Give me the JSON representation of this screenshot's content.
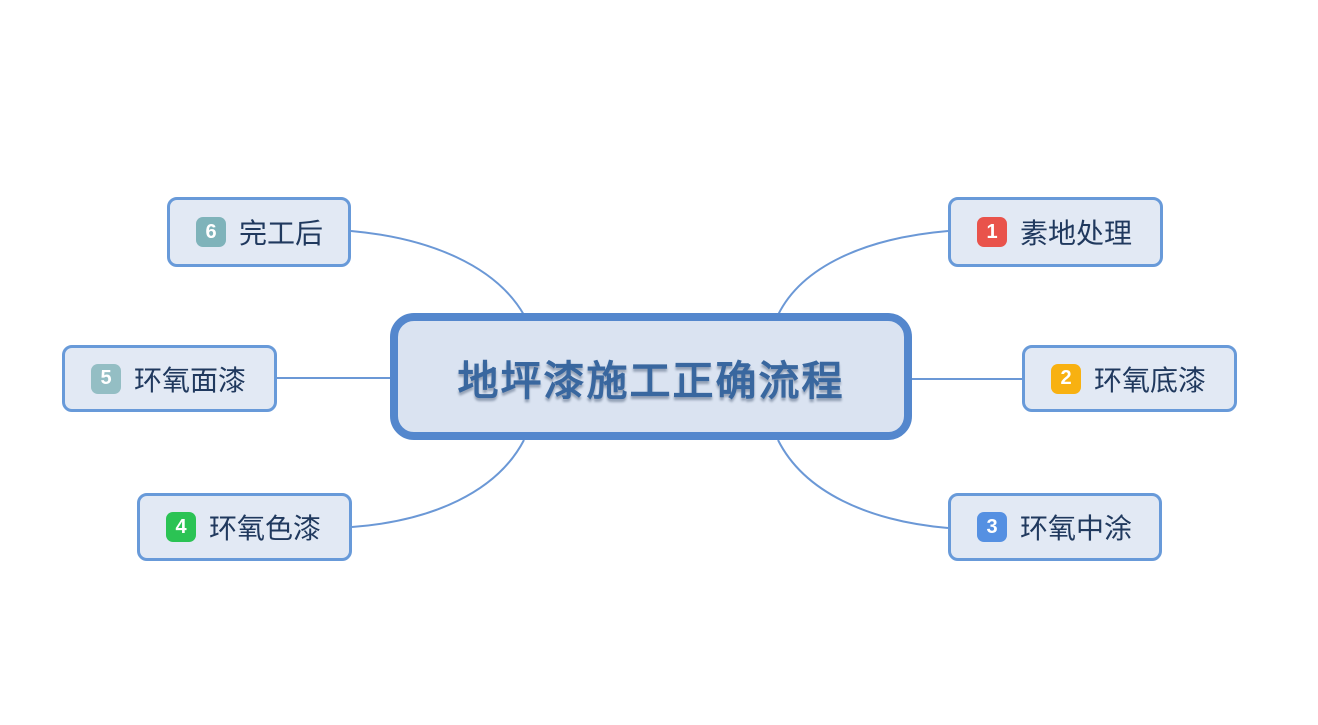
{
  "diagram": {
    "type": "mindmap",
    "background_color": "#ffffff",
    "connector_color": "#6b98d6"
  },
  "center": {
    "title": "地坪漆施工正确流程",
    "fill_color": "#dae3f1",
    "border_color": "#5487cd",
    "text_color": "#39679f"
  },
  "nodes": [
    {
      "badge": "1",
      "label": "素地处理",
      "badge_color": "#e9534b",
      "side": "right-top"
    },
    {
      "badge": "2",
      "label": "环氧底漆",
      "badge_color": "#f8b111",
      "side": "right-middle"
    },
    {
      "badge": "3",
      "label": "环氧中涂",
      "badge_color": "#5590e2",
      "side": "right-bottom"
    },
    {
      "badge": "4",
      "label": "环氧色漆",
      "badge_color": "#2bc354",
      "side": "left-bottom"
    },
    {
      "badge": "5",
      "label": "环氧面漆",
      "badge_color": "#94bec4",
      "side": "left-middle"
    },
    {
      "badge": "6",
      "label": "完工后",
      "badge_color": "#7fb3ba",
      "side": "left-top"
    }
  ]
}
